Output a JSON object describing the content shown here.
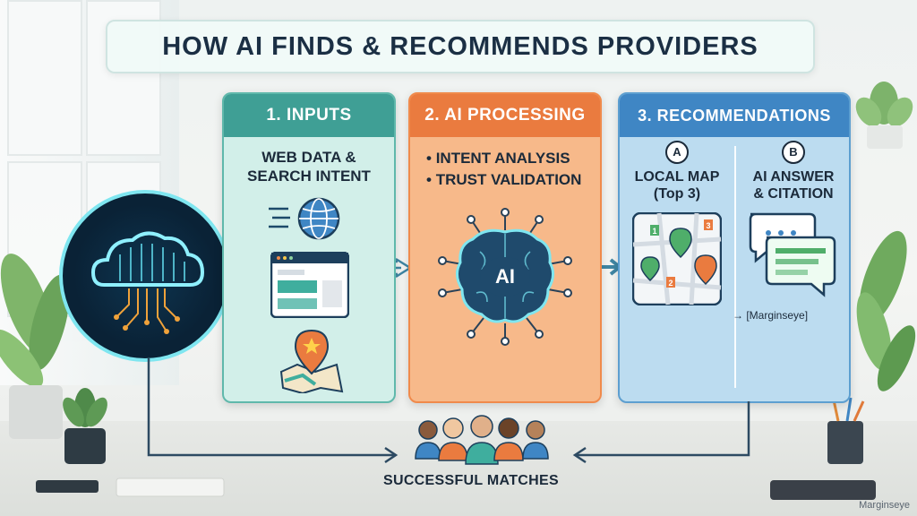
{
  "title": "HOW AI FINDS & RECOMMENDS PROVIDERS",
  "panels": {
    "inputs": {
      "heading": "1. INPUTS",
      "text_line1": "WEB DATA &",
      "text_line2": "SEARCH INTENT",
      "icons": [
        "globe-icon",
        "browser-window-icon",
        "map-pin-star-icon"
      ]
    },
    "ai_processing": {
      "heading": "2. AI PROCESSING",
      "bullets": [
        "INTENT ANALYSIS",
        "TRUST VALIDATION"
      ],
      "brain_label": "AI"
    },
    "recommendations": {
      "heading": "3. RECOMMENDATIONS",
      "col_a": {
        "badge": "A",
        "line1": "LOCAL MAP",
        "line2": "(Top 3)",
        "pins": [
          "1",
          "2",
          "3"
        ]
      },
      "col_b": {
        "badge": "B",
        "line1": "AI ANSWER",
        "line2": "& CITATION",
        "link": "→ [Marginseye]"
      }
    }
  },
  "outcome": {
    "label": "SUCCESSFUL MATCHES"
  },
  "watermark": "Marginseye",
  "colors": {
    "inputs": "#3f9f95",
    "ai_processing": "#ea7b3f",
    "recommendations": "#3f86c4",
    "title_text": "#1b2f44"
  }
}
